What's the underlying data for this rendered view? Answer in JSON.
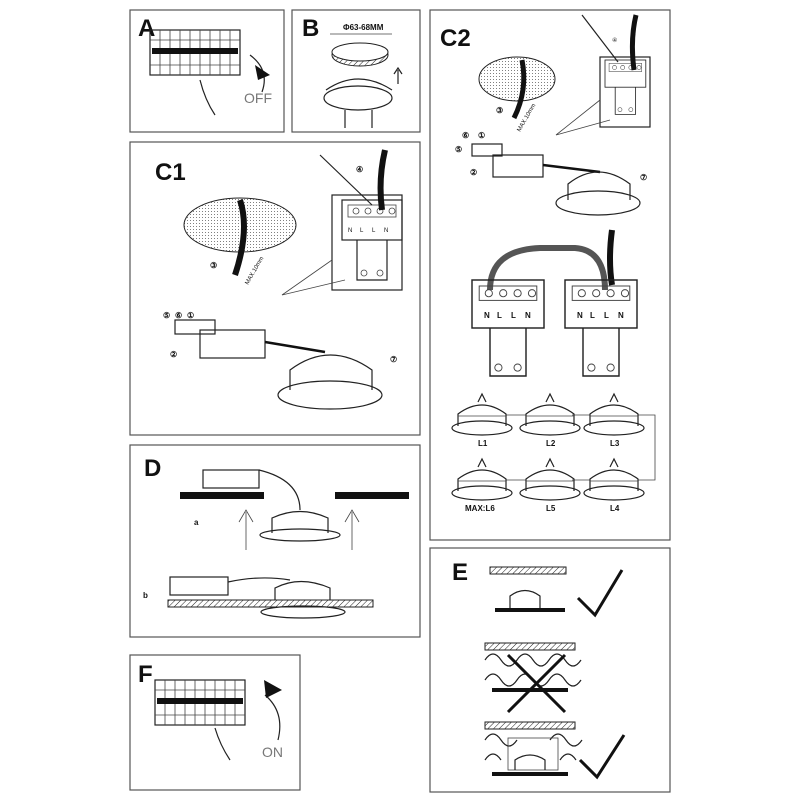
{
  "panels": {
    "A": {
      "label": "A",
      "switch_state": "OFF"
    },
    "B": {
      "label": "B",
      "dimension": "Φ63-68MM"
    },
    "C1": {
      "label": "C1",
      "steps": [
        "④",
        "③",
        "⑤",
        "⑥",
        "①",
        "②",
        "⑦"
      ],
      "terminals": [
        "N",
        "L",
        "L",
        "N"
      ],
      "cable_note": "MAX.10mm"
    },
    "C2": {
      "label": "C2",
      "steps": [
        "④",
        "③",
        "⑥",
        "①",
        "⑤",
        "②",
        "⑦"
      ],
      "terminals": [
        "N",
        "L",
        "L",
        "N"
      ],
      "cable_note": "MAX.10mm",
      "lights": [
        "L1",
        "L2",
        "L3",
        "L4",
        "L5",
        "MAX:L6"
      ]
    },
    "D": {
      "label": "D",
      "sub_a": "a",
      "sub_b": "b"
    },
    "E": {
      "label": "E"
    },
    "F": {
      "label": "F",
      "switch_state": "ON"
    }
  }
}
